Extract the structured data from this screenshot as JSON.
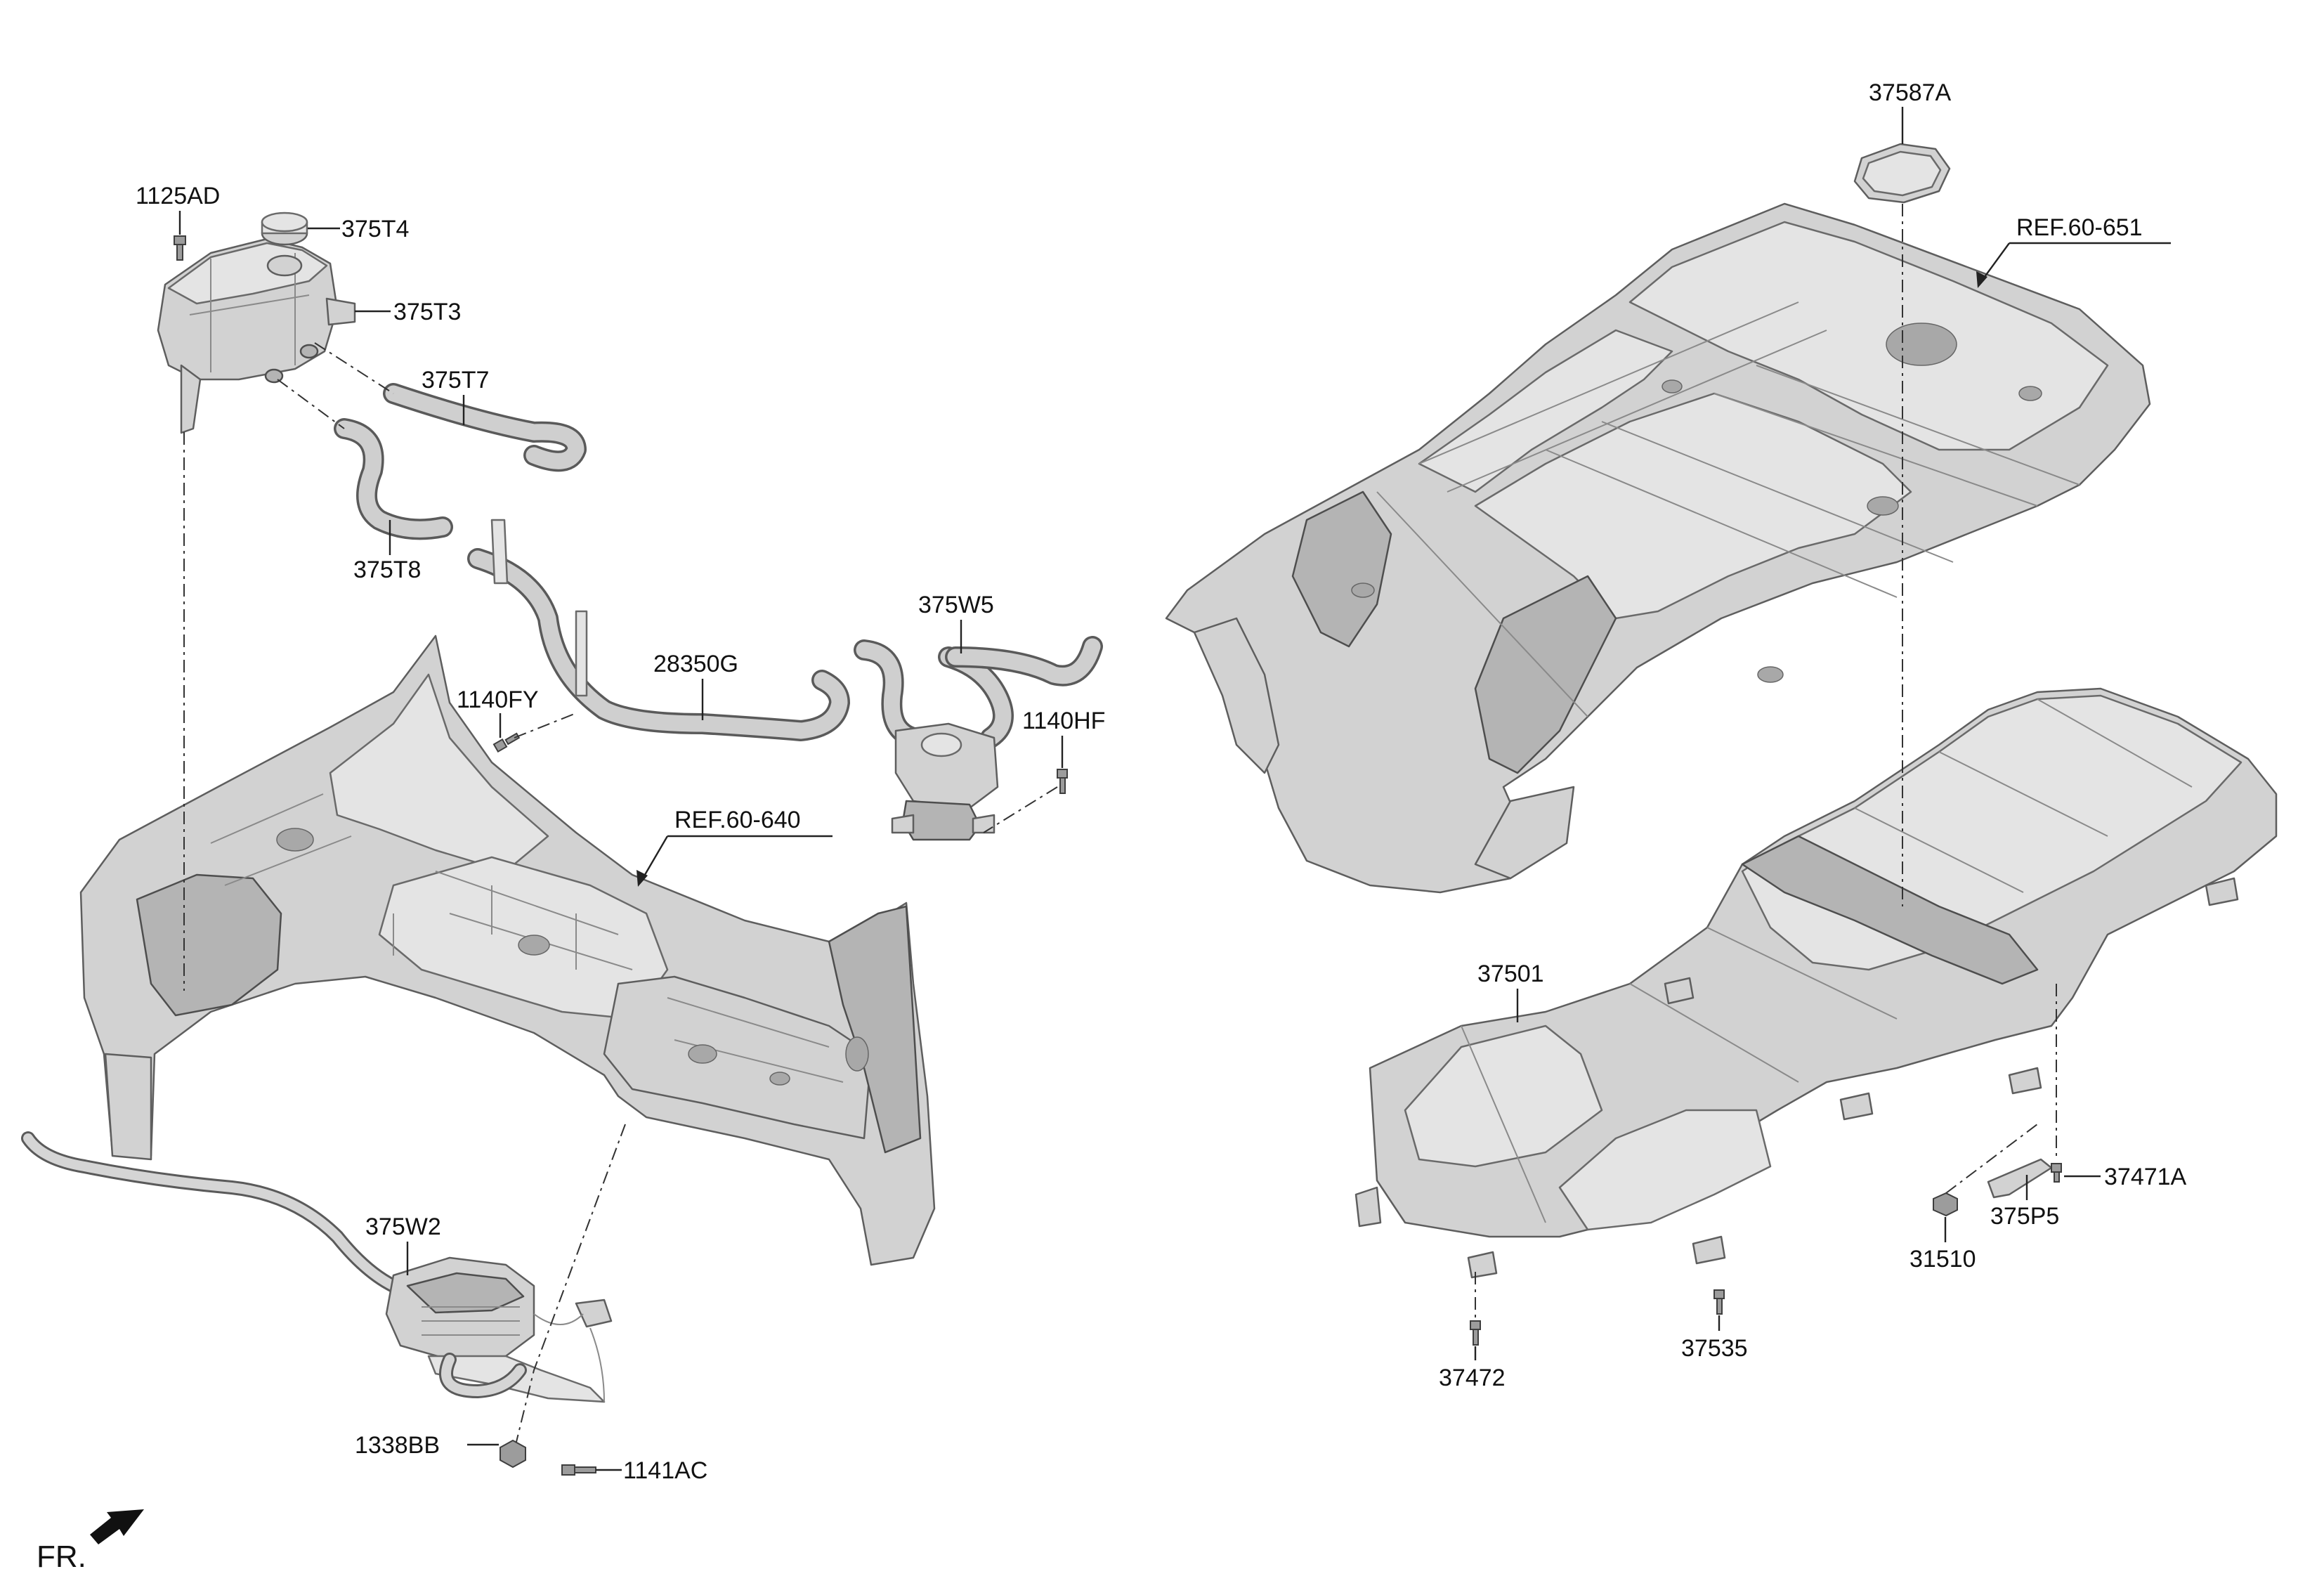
{
  "labels": {
    "p1125AD": "1125AD",
    "p375T4": "375T4",
    "p375T3": "375T3",
    "p375T7": "375T7",
    "p375T8": "375T8",
    "p28350G": "28350G",
    "p1140FY": "1140FY",
    "p375W5": "375W5",
    "p1140HF": "1140HF",
    "ref60640": "REF.60-640",
    "p375W2": "375W2",
    "p1338BB": "1338BB",
    "p1141AC": "1141AC",
    "p37587A": "37587A",
    "ref60651": "REF.60-651",
    "p37501": "37501",
    "p37471A": "37471A",
    "p375P5": "375P5",
    "p31510": "31510",
    "p37535": "37535",
    "p37472": "37472"
  },
  "front_indicator": "FR."
}
